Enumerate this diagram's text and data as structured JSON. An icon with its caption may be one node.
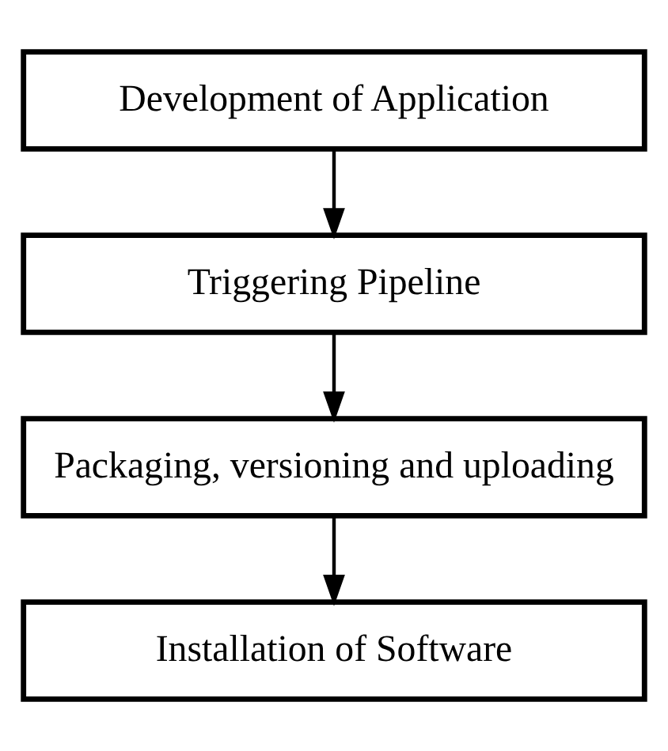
{
  "diagram": {
    "nodes": [
      {
        "text": [
          "Development of Application"
        ]
      },
      {
        "text": [
          "Triggering Pipeline"
        ]
      },
      {
        "text": [
          "Packaging, versioning and uploading"
        ]
      },
      {
        "text": [
          "Installation of Software"
        ]
      }
    ],
    "edges": [
      {
        "from": 0,
        "to": 1,
        "arrow": "to"
      },
      {
        "from": 1,
        "to": 2,
        "arrow": "to"
      },
      {
        "from": 2,
        "to": 3,
        "arrow": "to"
      }
    ]
  }
}
